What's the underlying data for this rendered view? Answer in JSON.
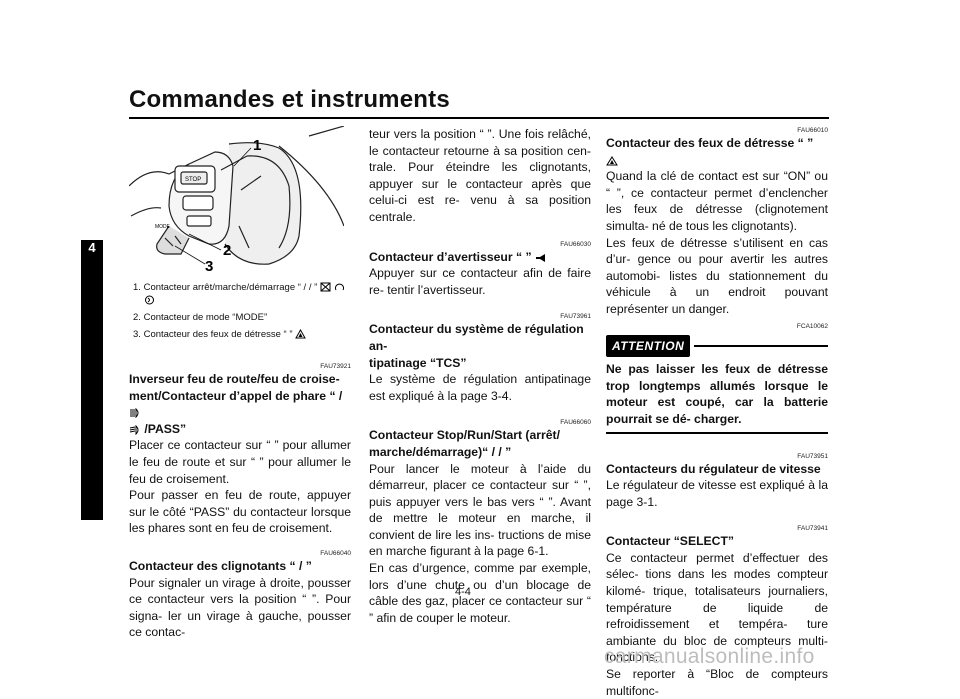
{
  "header": {
    "title": "Commandes et instruments",
    "chapter_tab": "4",
    "page_number": "4-4"
  },
  "figure": {
    "callouts": [
      "1",
      "2",
      "3"
    ],
    "labels": [
      "STOP",
      "MODE"
    ],
    "captions": [
      {
        "num": "1.",
        "text": "Contacteur arrêt/marche/démarrage “ / / ”"
      },
      {
        "num": "2.",
        "text": "Contacteur de mode “MODE”"
      },
      {
        "num": "3.",
        "text": "Contacteur des feux de détresse “ ”"
      }
    ]
  },
  "col1": {
    "s1": {
      "code": "FAU73921",
      "heading_a": "Inverseur feu de route/feu de croise-",
      "heading_b": "ment/Contacteur d’appel de phare “ /",
      "heading_c": " /PASS”",
      "body": "Placer ce contacteur sur “ ” pour allumer le feu de route et sur “ ” pour allumer le feu de croisement.",
      "body2": "Pour passer en feu de route, appuyer sur le côté “PASS” du contacteur lorsque les phares sont en feu de croisement."
    },
    "s2": {
      "code": "FAU66040",
      "heading": "Contacteur des clignotants “ / ”",
      "body": "Pour signaler un virage à droite, pousser ce contacteur vers la position “ ”. Pour signa- ler un virage à gauche, pousser ce contac-"
    }
  },
  "col2": {
    "s0": {
      "body": "teur vers la position “ ”. Une fois relâché, le contacteur retourne à sa position cen- trale. Pour éteindre les clignotants, appuyer sur le contacteur après que celui-ci est re- venu à sa position centrale."
    },
    "s1": {
      "code": "FAU66030",
      "heading": "Contacteur d’avertisseur “ ”",
      "body": "Appuyer sur ce contacteur afin de faire re- tentir l’avertisseur."
    },
    "s2": {
      "code": "FAU73961",
      "heading_a": "Contacteur du système de régulation an-",
      "heading_b": "tipatinage “TCS”",
      "body": "Le système de régulation antipatinage est expliqué à la page 3-4."
    },
    "s3": {
      "code": "FAU66060",
      "heading_a": "Contacteur Stop/Run/Start (arrêt/",
      "heading_b": "marche/démarrage)“ / / ”",
      "body": "Pour lancer le moteur à l’aide du démarreur, placer ce contacteur sur “ ”, puis appuyer vers le bas vers “ ”. Avant de mettre le moteur en marche, il convient de lire les ins- tructions de mise en marche figurant à la page 6-1.",
      "body2": "En cas d’urgence, comme par exemple, lors d’une chute ou d’un blocage de câble des gaz, placer ce contacteur sur “ ” afin de couper le moteur."
    }
  },
  "col3": {
    "s1": {
      "code": "FAU66010",
      "heading": "Contacteur des feux de détresse “ ”",
      "body": "Quand la clé de contact est sur “ON” ou “ ”, ce contacteur permet d’enclencher les feux de détresse (clignotement simulta- né de tous les clignotants).",
      "body2": "Les feux de détresse s’utilisent en cas d’ur- gence ou pour avertir les autres automobi- listes du stationnement du véhicule à un endroit pouvant représenter un danger."
    },
    "attention": {
      "code": "FCA10062",
      "label": "ATTENTION",
      "body": "Ne pas laisser les feux de détresse trop longtemps allumés lorsque le moteur est coupé, car la batterie pourrait se dé- charger."
    },
    "s2": {
      "code": "FAU73951",
      "heading": "Contacteurs du régulateur de vitesse",
      "body": "Le régulateur de vitesse est expliqué à la page 3-1."
    },
    "s3": {
      "code": "FAU73941",
      "heading": "Contacteur “SELECT”",
      "body": "Ce contacteur permet d’effectuer des sélec- tions dans les modes compteur kilomé- trique, totalisateurs journaliers, température de liquide de refroidissement et tempéra- ture ambiante du bloc de compteurs multi- fonctions.",
      "body2": "Se reporter à “Bloc de compteurs multifonc-"
    }
  },
  "watermark": "carmanualsonline.info"
}
